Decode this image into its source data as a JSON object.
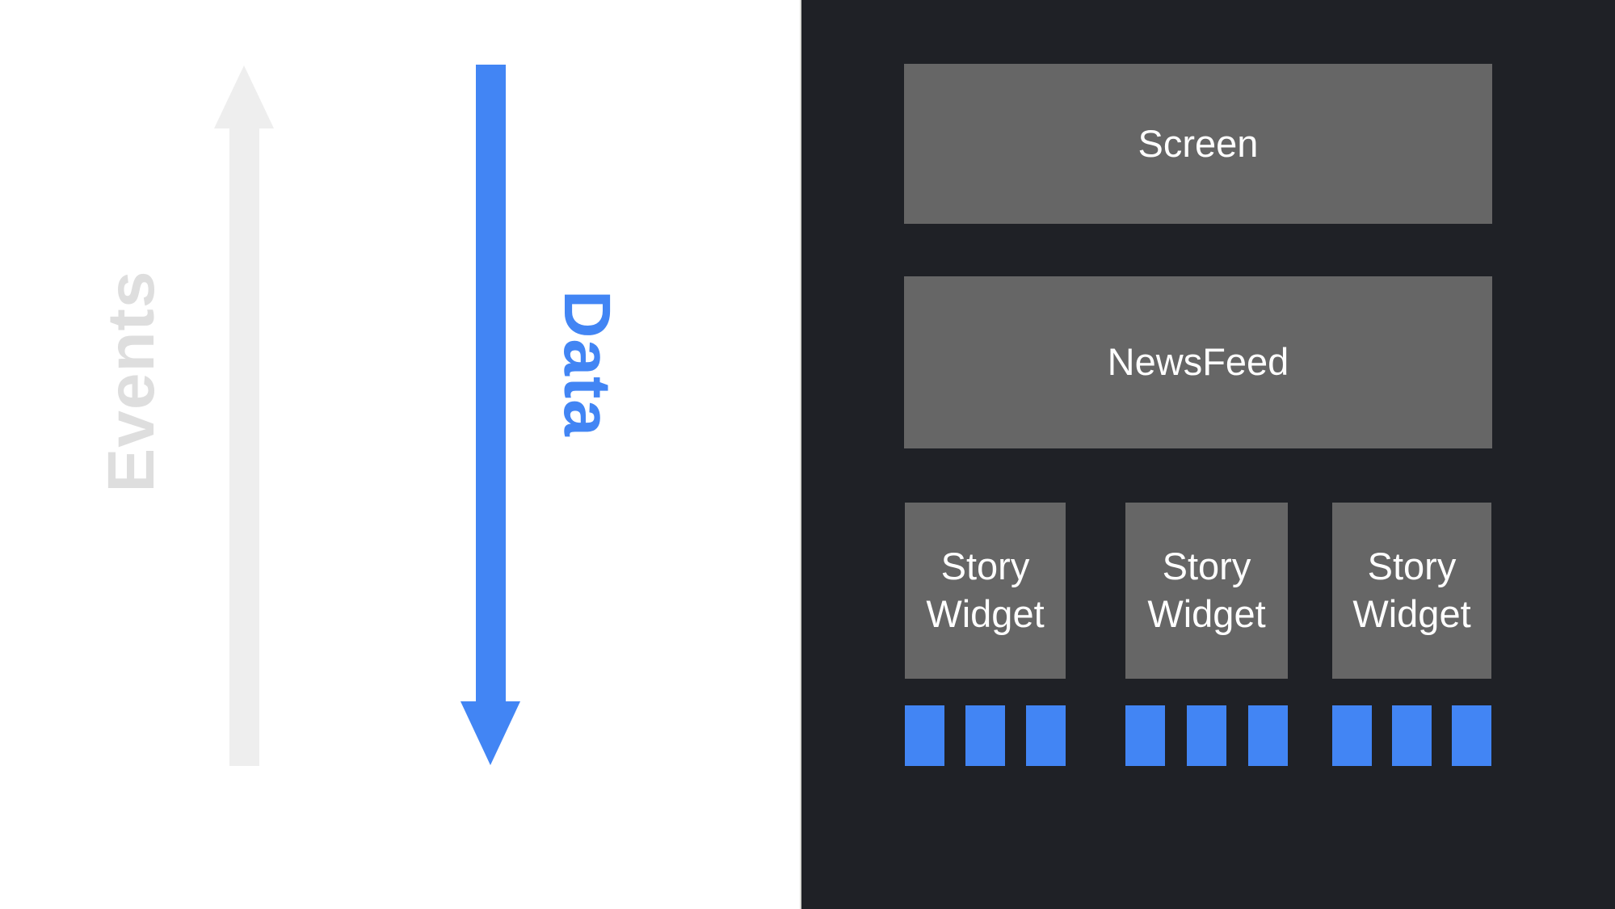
{
  "slide": {
    "left_panel": {
      "background_color": "#FFFFFF",
      "events_arrow": {
        "label": "Events",
        "direction": "up",
        "arrow_color": "#EEEEEE",
        "label_color": "#DEDEDE"
      },
      "data_arrow": {
        "label": "Data",
        "direction": "down",
        "arrow_color": "#4285F4",
        "label_color": "#4285F4"
      }
    },
    "right_panel": {
      "background_color": "#1F2126",
      "widget_box_color": "#666666",
      "widget_text_color": "#FFFFFF",
      "accent_color": "#4285F4",
      "screen_box": {
        "label": "Screen"
      },
      "newsfeed_box": {
        "label": "NewsFeed"
      },
      "story_widgets": [
        {
          "label": "Story Widget"
        },
        {
          "label": "Story Widget"
        },
        {
          "label": "Story Widget"
        }
      ],
      "story_bars_per_widget": 3
    }
  }
}
